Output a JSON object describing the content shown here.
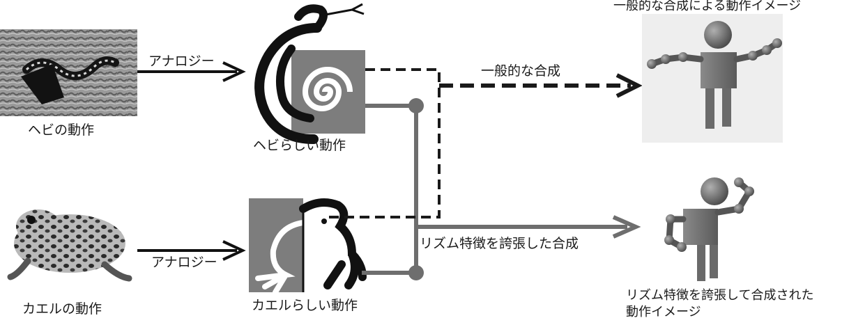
{
  "labels": {
    "snake_motion": "ヘビの動作",
    "frog_motion": "カエルの動作",
    "analogy_top": "アナロジー",
    "analogy_bottom": "アナロジー",
    "snake_like_motion": "ヘビらしい動作",
    "frog_like_motion": "カエルらしい動作",
    "general_synthesis": "一般的な合成",
    "rhythm_synthesis": "リズム特徴を誇張した合成",
    "general_result": "一般的な合成による動作イメージ",
    "rhythm_result_line1": "リズム特徴を誇張して合成された",
    "rhythm_result_line2": "動作イメージ"
  },
  "colors": {
    "gray_line": "#6e6e6e",
    "dark": "#1a1a1a",
    "robot_body": "#7a7a7a",
    "panel_bg": "#eeeeee"
  }
}
